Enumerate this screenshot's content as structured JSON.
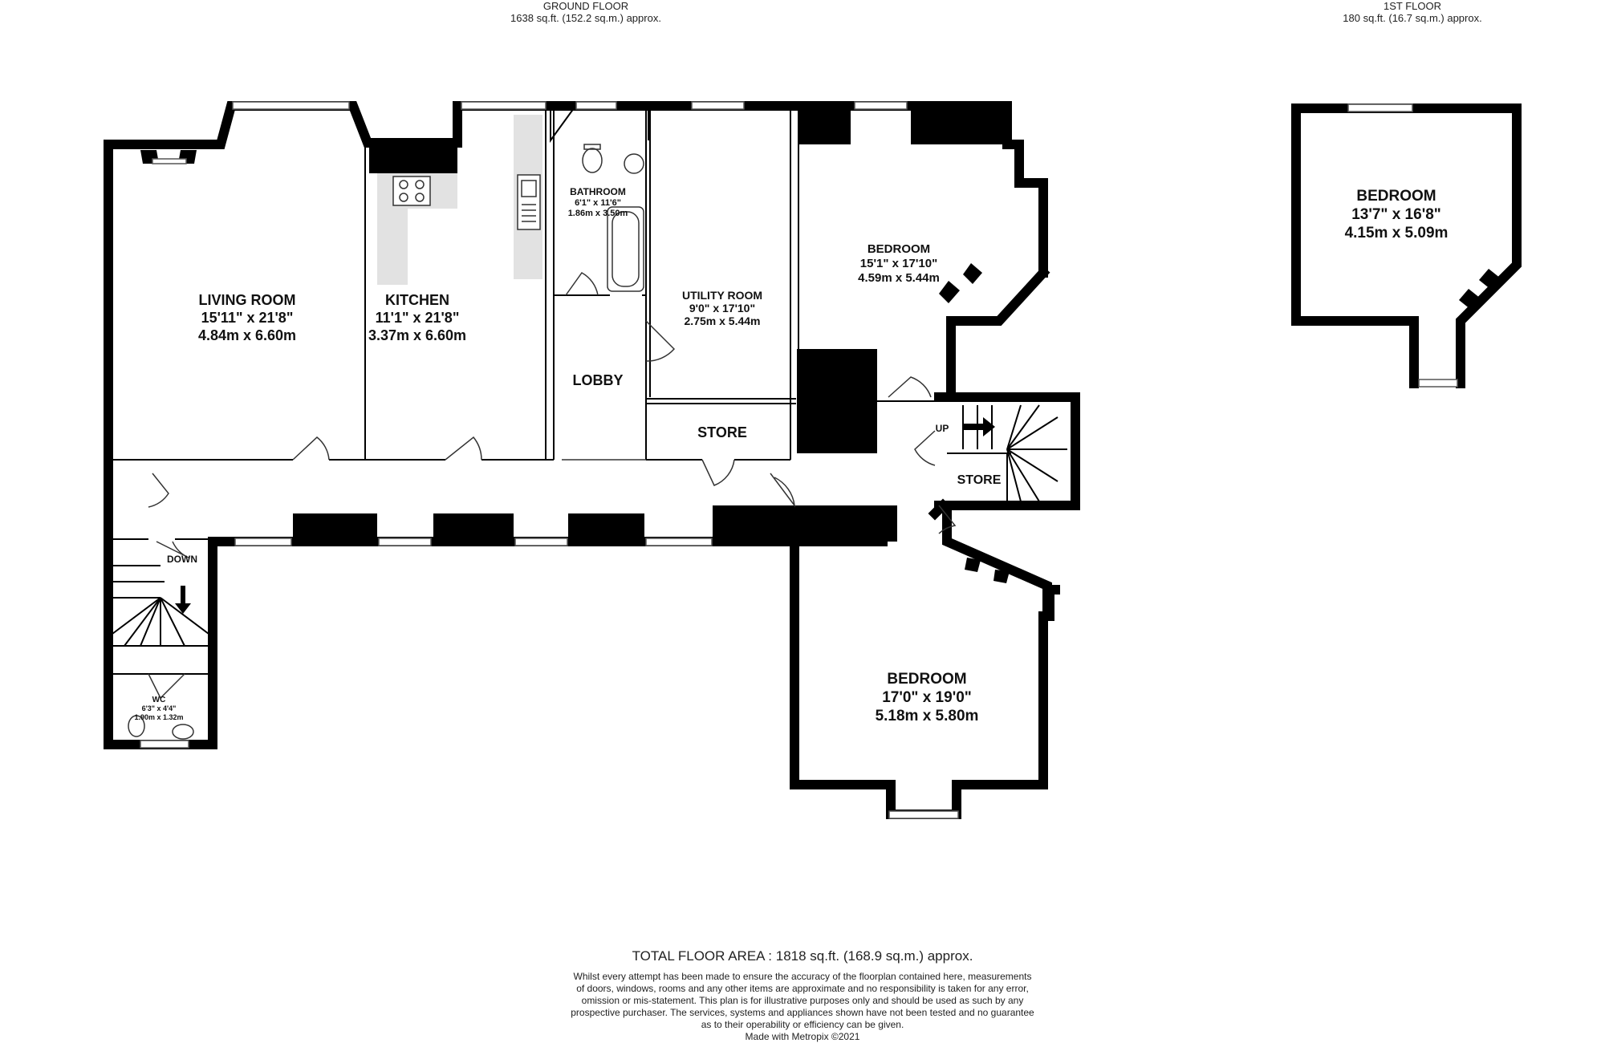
{
  "floors": {
    "ground": {
      "name": "GROUND FLOOR",
      "area": "1638 sq.ft. (152.2 sq.m.) approx."
    },
    "first": {
      "name": "1ST FLOOR",
      "area": "180 sq.ft. (16.7 sq.m.) approx."
    }
  },
  "rooms": {
    "living": {
      "name": "LIVING ROOM",
      "imperial": "15'11\"  x 21'8\"",
      "metric": "4.84m  x 6.60m"
    },
    "kitchen": {
      "name": "KITCHEN",
      "imperial": "11'1\"  x 21'8\"",
      "metric": "3.37m  x 6.60m"
    },
    "bathroom": {
      "name": "BATHROOM",
      "imperial": "6'1\"  x 11'6\"",
      "metric": "1.86m  x 3.50m"
    },
    "utility": {
      "name": "UTILITY ROOM",
      "imperial": "9'0\"  x 17'10\"",
      "metric": "2.75m  x 5.44m"
    },
    "bedroom_a": {
      "name": "BEDROOM",
      "imperial": "15'1\"  x 17'10\"",
      "metric": "4.59m  x 5.44m"
    },
    "bedroom_b": {
      "name": "BEDROOM",
      "imperial": "17'0\"  x 19'0\"",
      "metric": "5.18m  x 5.80m"
    },
    "bedroom_first": {
      "name": "BEDROOM",
      "imperial": "13'7\"  x 16'8\"",
      "metric": "4.15m  x 5.09m"
    },
    "lobby": {
      "name": "LOBBY"
    },
    "store_a": {
      "name": "STORE"
    },
    "store_b": {
      "name": "STORE"
    },
    "wc": {
      "name": "WC",
      "imperial": "6'3\"  x 4'4\"",
      "metric": "1.90m  x 1.32m"
    }
  },
  "stairs": {
    "up": "UP",
    "down": "DOWN"
  },
  "footer": {
    "total": "TOTAL FLOOR AREA : 1818 sq.ft. (168.9 sq.m.) approx.",
    "disclaimer": [
      "Whilst every attempt has been made to ensure the accuracy of the floorplan contained here, measurements",
      "of doors, windows, rooms and any other items are approximate and no responsibility is taken for any error,",
      "omission or mis-statement. This plan is for illustrative purposes only and should be used as such by any",
      "prospective purchaser. The services, systems and appliances shown have not been tested and no guarantee",
      "as to their operability or efficiency can be given."
    ],
    "credit": "Made with Metropix ©2021"
  }
}
